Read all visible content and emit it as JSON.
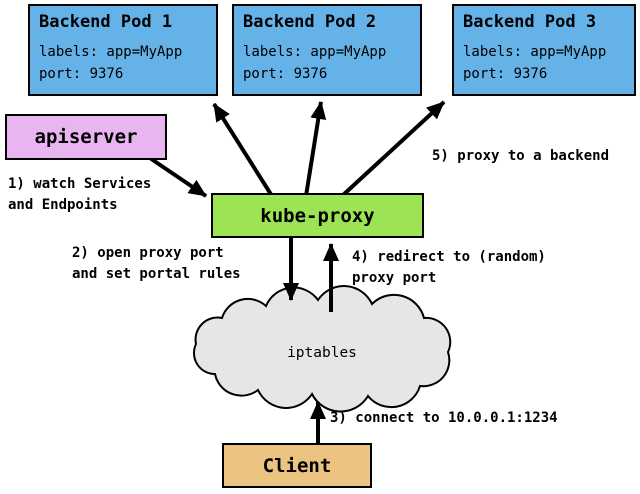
{
  "pods": [
    {
      "title": "Backend Pod 1",
      "labels": "labels: app=MyApp",
      "port": "port: 9376"
    },
    {
      "title": "Backend Pod 2",
      "labels": "labels: app=MyApp",
      "port": "port: 9376"
    },
    {
      "title": "Backend Pod 3",
      "labels": "labels: app=MyApp",
      "port": "port: 9376"
    }
  ],
  "nodes": {
    "apiserver": "apiserver",
    "kube_proxy": "kube-proxy",
    "iptables": "iptables",
    "client": "Client"
  },
  "annotations": {
    "step1_line1": "1) watch Services",
    "step1_line2": "and Endpoints",
    "step2_line1": "2) open proxy port",
    "step2_line2": "and set portal rules",
    "step3": "3) connect to 10.0.0.1:1234",
    "step4_line1": "4) redirect to (random)",
    "step4_line2": "proxy port",
    "step5": "5) proxy to a backend"
  },
  "colors": {
    "pod_fill": "#65b2e8",
    "apiserver_fill": "#e8b5f0",
    "kube_proxy_fill": "#9de455",
    "client_fill": "#eac480",
    "cloud_fill": "#e6e6e6",
    "border": "#000000"
  }
}
